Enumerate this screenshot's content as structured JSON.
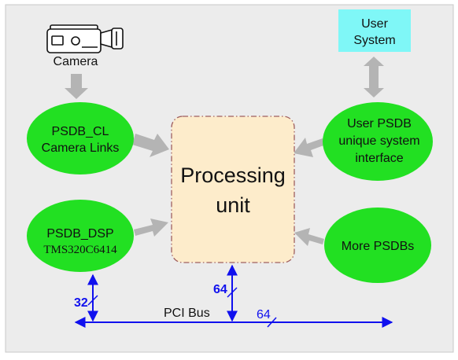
{
  "colors": {
    "panel_bg": "#ececec",
    "panel_border": "#c8c8c8",
    "node_green": "#22e022",
    "user_box": "#7ff7f7",
    "processing_fill": "#fdeccb",
    "processing_border": "#a06060",
    "arrow_gray": "#b4b4b4",
    "bus_blue": "#1010ee",
    "text_dark": "#111111"
  },
  "icons": {
    "camera": "video-camera-icon"
  },
  "nodes": {
    "camera_label": "Camera",
    "user_system": {
      "line1": "User",
      "line2": "System"
    },
    "psdb_cl": {
      "line1": "PSDB_CL",
      "line2": "Camera Links"
    },
    "user_psdb": {
      "line1": "User PSDB",
      "line2": "unique system",
      "line3": "interface"
    },
    "psdb_dsp": {
      "line1": "PSDB_DSP",
      "line2": "TMS320C6414"
    },
    "more_psdbs": "More PSDBs",
    "processing": {
      "line1": "Processing",
      "line2": "unit"
    }
  },
  "bus": {
    "label": "PCI Bus",
    "width_dsp": "32",
    "width_processing": "64",
    "width_bus": "64"
  }
}
